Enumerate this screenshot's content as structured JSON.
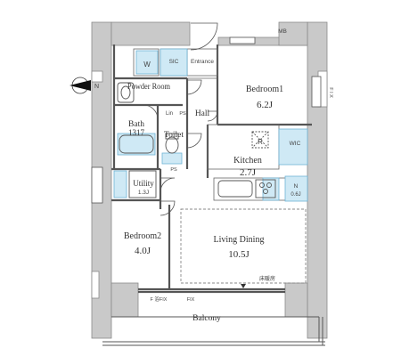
{
  "rooms": {
    "bedroom1": {
      "name": "Bedroom1",
      "size": "6.2J"
    },
    "bedroom2": {
      "name": "Bedroom2",
      "size": "4.0J"
    },
    "living_dining": {
      "name": "Living Dining",
      "size": "10.5J"
    },
    "kitchen": {
      "name": "Kitchen",
      "size": "2.7J"
    },
    "utility": {
      "name": "Utility",
      "size": "1.3J"
    },
    "bath": {
      "name": "Bath",
      "size": "1317"
    },
    "toilet": {
      "name": "Toilet"
    },
    "powder_room": {
      "name": "Powder Room"
    },
    "hall": {
      "name": "Hall"
    },
    "entrance": {
      "name": "Entrance"
    },
    "balcony": {
      "name": "Balcony"
    },
    "sic": {
      "name": "SIC"
    },
    "wic": {
      "name": "WIC"
    },
    "n_closet": {
      "name": "N",
      "size": "0.6J"
    }
  },
  "marks": {
    "w": "W",
    "r": "R",
    "lin": "Lin",
    "ps_small": "PS",
    "ps_kitchen": "PS",
    "mb": "MB",
    "fix_right": "F I X",
    "fix_balcony": "FIX",
    "f_fix": "F 浴FIX",
    "floor_heating": "床暖房",
    "north": "N"
  },
  "colors": {
    "wall": "#c9c9c9",
    "wall_edge": "#8a8a8a",
    "storage_fill": "#cfe9f5",
    "storage_edge": "#6fb3d6",
    "line": "#555555"
  }
}
